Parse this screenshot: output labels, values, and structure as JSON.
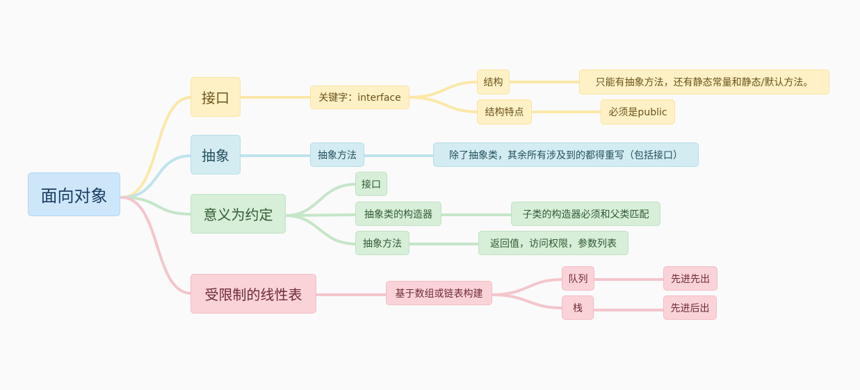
{
  "root": {
    "label": "面向对象"
  },
  "interface": {
    "label": "接口",
    "keyword": "关键字：interface",
    "structure": "结构",
    "structure_detail": "只能有抽象方法，还有静态常量和静态/默认方法。",
    "structure_feature": "结构特点",
    "feature_detail": "必须是public"
  },
  "abstract": {
    "label": "抽象",
    "method": "抽象方法",
    "method_detail": "除了抽象类，其余所有涉及到的都得重写（包括接口）"
  },
  "meaning": {
    "label": "意义为约定",
    "interface": "接口",
    "constructor": "抽象类的构造器",
    "constructor_detail": "子类的构造器必须和父类匹配",
    "method": "抽象方法",
    "method_detail": "返回值，访问权限，参数列表"
  },
  "linear": {
    "label": "受限制的线性表",
    "base": "基于数组或链表构建",
    "queue": "队列",
    "queue_detail": "先进先出",
    "stack": "栈",
    "stack_detail": "先进后出"
  },
  "colors": {
    "root": "#cde6fa",
    "yellow": "#fff1c6",
    "blue": "#d3ecf2",
    "green": "#d7eed8",
    "red": "#fad3d8"
  }
}
